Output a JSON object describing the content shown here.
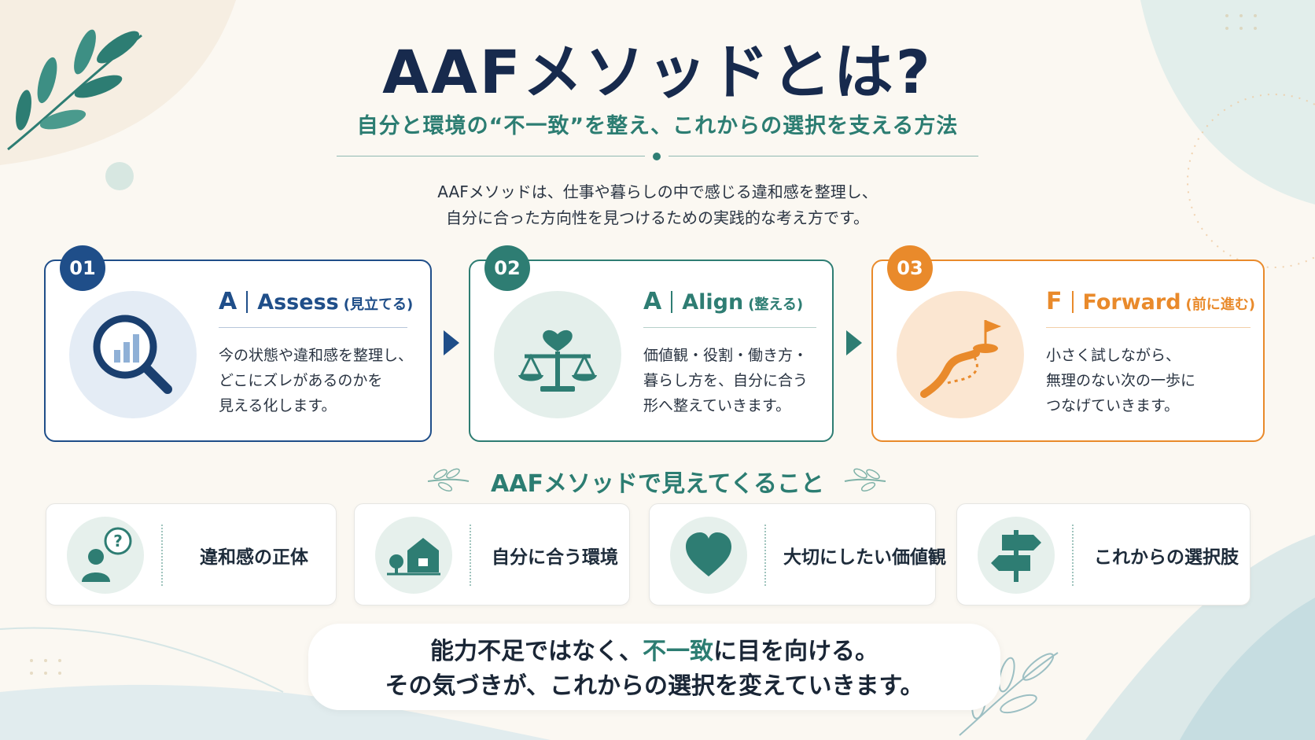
{
  "header": {
    "title": "AAFメソッドとは?",
    "subtitle": "自分と環境の“不一致”を整え、これからの選択を支える方法",
    "intro_line1": "AAFメソッドは、仕事や暮らしの中で感じる違和感を整理し、",
    "intro_line2": "自分に合った方向性を見つけるための実践的な考え方です。"
  },
  "steps": [
    {
      "number": "01",
      "letter": "A",
      "word": "Assess",
      "sub": "(見立てる)",
      "description": "今の状態や違和感を整理し、\nどこにズレがあるのかを\n見える化します。",
      "icon": "magnifier-chart-icon",
      "color": "#1f4e89"
    },
    {
      "number": "02",
      "letter": "A",
      "word": "Align",
      "sub": "(整える)",
      "description": "価値観・役割・働き方・\n暮らし方を、自分に合う\n形へ整えていきます。",
      "icon": "balance-scale-icon",
      "color": "#2e7d73"
    },
    {
      "number": "03",
      "letter": "F",
      "word": "Forward",
      "sub": "(前に進む)",
      "description": "小さく試しながら、\n無理のない次の一歩に\nつなげていきます。",
      "icon": "path-flag-icon",
      "color": "#e98a2b"
    }
  ],
  "section": {
    "title": "AAFメソッドで見えてくること"
  },
  "benefits": [
    {
      "label": "違和感の正体",
      "icon": "person-question-icon"
    },
    {
      "label": "自分に合う環境",
      "icon": "house-icon"
    },
    {
      "label": "大切にしたい価値観",
      "icon": "heart-icon"
    },
    {
      "label": "これからの選択肢",
      "icon": "signpost-icon"
    }
  ],
  "message": {
    "line1_pre": "能力不足ではなく、",
    "line1_highlight": "不一致",
    "line1_post": "に目を向ける。",
    "line2": "その気づきが、これからの選択を変えていきます。"
  },
  "colors": {
    "navy": "#172a4d",
    "teal": "#2c7d72",
    "blue": "#1f4e89",
    "orange": "#e98a2b",
    "background": "#fbf8f2"
  }
}
